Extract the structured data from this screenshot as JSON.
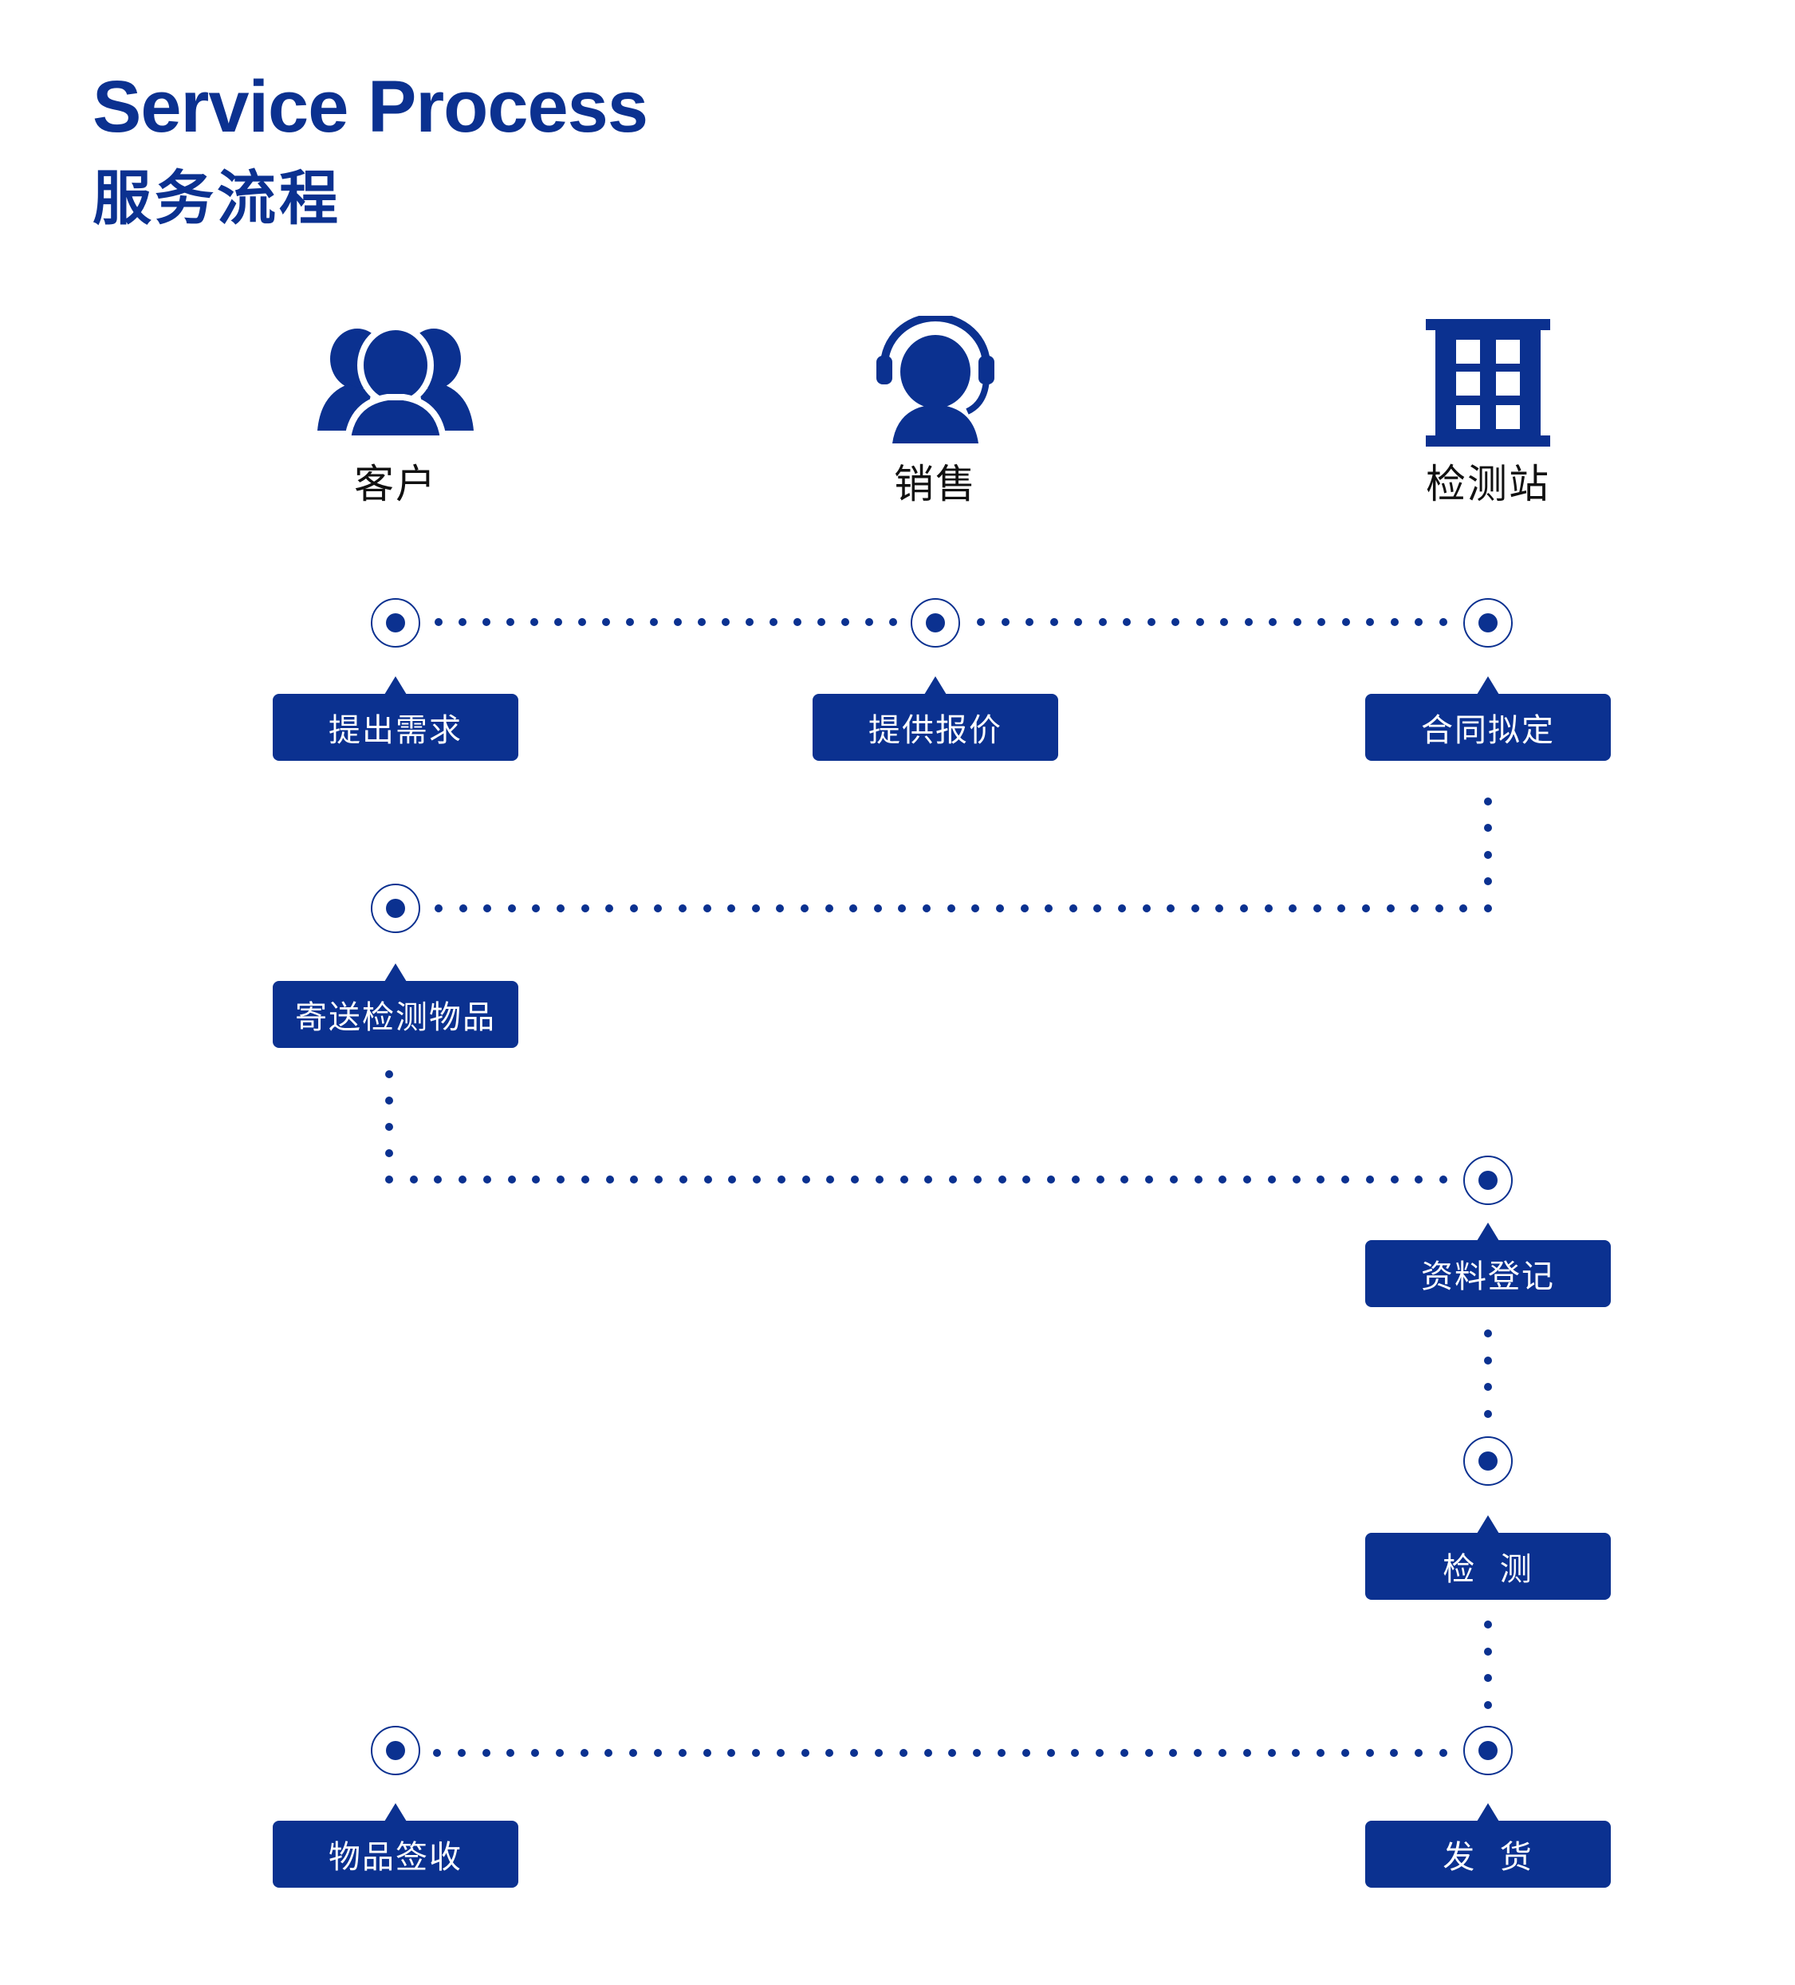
{
  "header": {
    "title_en": "Service Process",
    "title_zh": "服务流程"
  },
  "roles": [
    {
      "label": "客户",
      "icon": "customers-icon"
    },
    {
      "label": "销售",
      "icon": "headset-agent-icon"
    },
    {
      "label": "检测站",
      "icon": "building-icon"
    }
  ],
  "steps": [
    {
      "label": "提出需求"
    },
    {
      "label": "提供报价"
    },
    {
      "label": "合同拟定"
    },
    {
      "label": "寄送检测物品"
    },
    {
      "label": "资料登记"
    },
    {
      "label": "检  测"
    },
    {
      "label": "物品签收"
    },
    {
      "label": "发  货"
    }
  ],
  "colors": {
    "primary": "#0b3190"
  }
}
